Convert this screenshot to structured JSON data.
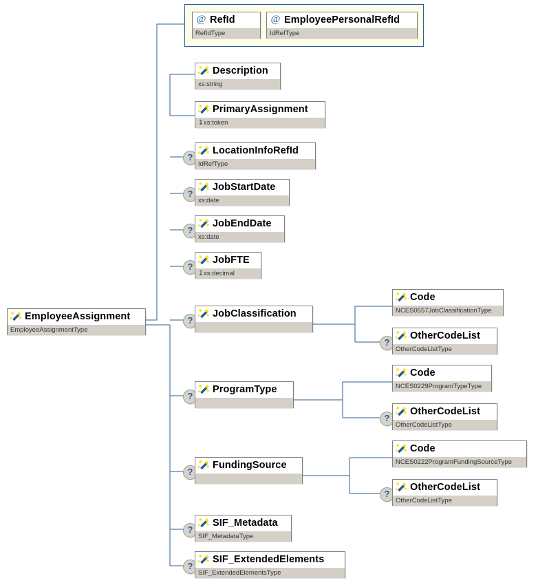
{
  "diagram": {
    "title": "EmployeeAssignment",
    "type": "xml-schema-tree",
    "colors": {
      "line": "#2c5d91",
      "box_border": "#7f7f7f",
      "type_row_bg": "#d4d0c8",
      "attr_container_bg": "#fdfde8",
      "attr_container_border": "#2c5d91",
      "icon_blue": "#1f5a9e",
      "icon_yellow": "#ffe400",
      "optional_marker_bg": "#d6d3cd",
      "optional_marker_fg": "#2c5d91"
    }
  },
  "root": {
    "name": "EmployeeAssignment",
    "type": "EmployeeAssignmentType",
    "icon": "element-icon",
    "optional": false
  },
  "attributes": [
    {
      "name": "RefId",
      "type": "RefIdType",
      "icon": "attribute-icon"
    },
    {
      "name": "EmployeePersonalRefId",
      "type": "IdRefType",
      "icon": "attribute-icon"
    }
  ],
  "children": [
    {
      "name": "Description",
      "type": "xs:string",
      "icon": "element-icon",
      "optional": false,
      "restricted": false
    },
    {
      "name": "PrimaryAssignment",
      "type": "xs:token",
      "icon": "element-icon",
      "optional": false,
      "restricted": true
    },
    {
      "name": "LocationInfoRefId",
      "type": "IdRefType",
      "icon": "element-icon",
      "optional": true,
      "restricted": false
    },
    {
      "name": "JobStartDate",
      "type": "xs:date",
      "icon": "element-icon",
      "optional": true,
      "restricted": false
    },
    {
      "name": "JobEndDate",
      "type": "xs:date",
      "icon": "element-icon",
      "optional": true,
      "restricted": false
    },
    {
      "name": "JobFTE",
      "type": "xs:decimal",
      "icon": "element-icon",
      "optional": true,
      "restricted": true
    },
    {
      "name": "JobClassification",
      "type": "",
      "icon": "element-icon",
      "optional": true,
      "restricted": false
    },
    {
      "name": "ProgramType",
      "type": "",
      "icon": "element-icon",
      "optional": true,
      "restricted": false
    },
    {
      "name": "FundingSource",
      "type": "",
      "icon": "element-icon",
      "optional": true,
      "restricted": false
    },
    {
      "name": "SIF_Metadata",
      "type": "SIF_MetadataType",
      "icon": "element-icon",
      "optional": true,
      "restricted": false
    },
    {
      "name": "SIF_ExtendedElements",
      "type": "SIF_ExtendedElementsType",
      "icon": "element-icon",
      "optional": true,
      "restricted": false
    }
  ],
  "grandchildren": {
    "JobClassification": [
      {
        "name": "Code",
        "type": "NCES0557JobClassificationType",
        "icon": "element-icon",
        "optional": false
      },
      {
        "name": "OtherCodeList",
        "type": "OtherCodeListType",
        "icon": "element-icon",
        "optional": true
      }
    ],
    "ProgramType": [
      {
        "name": "Code",
        "type": "NCES0229ProgramTypeType",
        "icon": "element-icon",
        "optional": false
      },
      {
        "name": "OtherCodeList",
        "type": "OtherCodeListType",
        "icon": "element-icon",
        "optional": true
      }
    ],
    "FundingSource": [
      {
        "name": "Code",
        "type": "NCES0222ProgramFundingSourceType",
        "icon": "element-icon",
        "optional": false
      },
      {
        "name": "OtherCodeList",
        "type": "OtherCodeListType",
        "icon": "element-icon",
        "optional": true
      }
    ]
  },
  "markers": {
    "optional_glyph": "?",
    "attribute_glyph": "@",
    "restriction_glyph": "↧"
  }
}
